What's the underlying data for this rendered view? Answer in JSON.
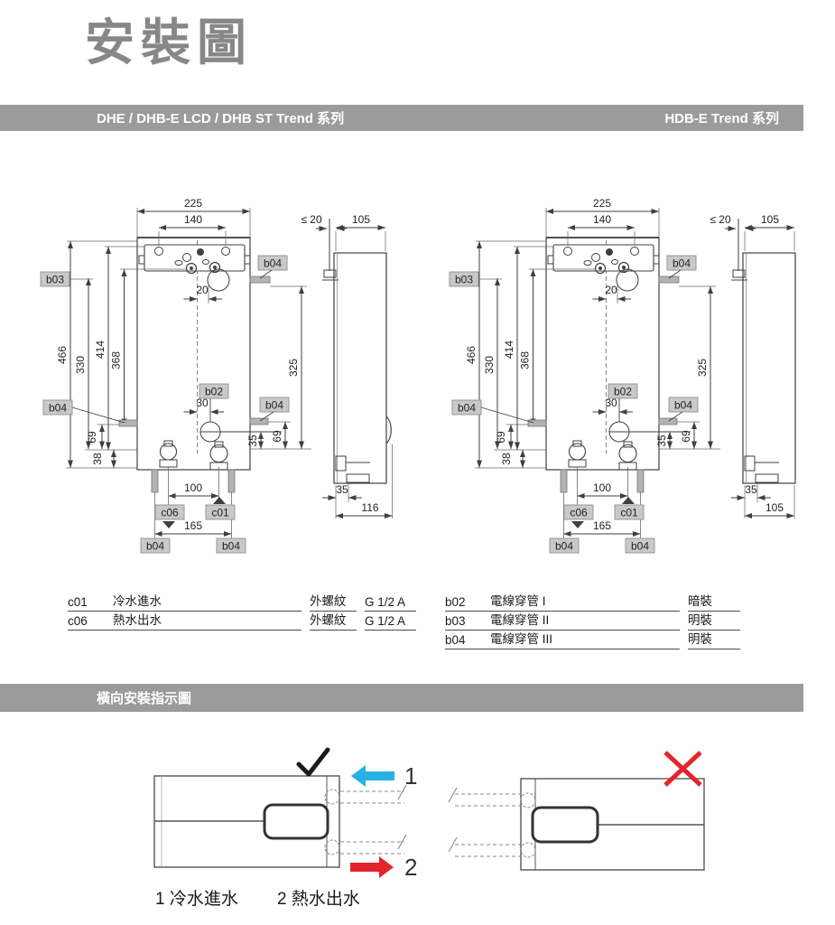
{
  "page": {
    "title": "安裝圖"
  },
  "series_bar": {
    "left": "DHE / DHB-E LCD / DHB ST Trend 系列",
    "right": "HDB-E Trend 系列"
  },
  "section2_bar": {
    "title": "橫向安裝指示圖"
  },
  "colors": {
    "bar_gray": "#9b9b9b",
    "title_gray": "#878787",
    "line": "#3f3f3f",
    "thin_line": "#6a6a6a",
    "label_bg": "#c9c9c9",
    "label_border": "#8f8f8f",
    "fill_gray": "#b3b3b3",
    "cyan_arrow": "#29b0e6",
    "red_arrow": "#e4242b",
    "check_black": "#1a1a1a"
  },
  "drawings": {
    "left": {
      "dims": {
        "width_top": "225",
        "width_inner": "140",
        "center_offset": "20",
        "height_466": "466",
        "height_330": "330",
        "height_414": "414",
        "height_368": "368",
        "height_325": "325",
        "offset_30": "30",
        "left_69": "69",
        "left_38": "38",
        "right_35": "35",
        "right_69": "69",
        "pipe_span": "100",
        "conduit_span": "165",
        "wall_gap": "≤ 20",
        "side_width": "105",
        "side_35": "35",
        "side_depth": "116"
      },
      "labels": {
        "b02": "b02",
        "b03": "b03",
        "b04": "b04",
        "c01": "c01",
        "c06": "c06"
      }
    },
    "right": {
      "dims": {
        "width_top": "225",
        "width_inner": "140",
        "center_offset": "20",
        "height_466": "466",
        "height_330": "330",
        "height_414": "414",
        "height_368": "368",
        "height_325": "325",
        "offset_30": "30",
        "left_69": "69",
        "left_38": "38",
        "right_35": "35",
        "right_69": "69",
        "pipe_span": "100",
        "conduit_span": "165",
        "wall_gap": "≤ 20",
        "side_width": "105",
        "side_35": "35",
        "side_depth": "105"
      },
      "labels": {
        "b02": "b02",
        "b03": "b03",
        "b04": "b04",
        "c01": "c01",
        "c06": "c06"
      }
    }
  },
  "connection_tables": {
    "water": {
      "rows": [
        {
          "code": "c01",
          "desc": "冷水進水",
          "spec": "外螺紋",
          "size": "G 1/2 A"
        },
        {
          "code": "c06",
          "desc": "熱水出水",
          "spec": "外螺紋",
          "size": "G 1/2 A"
        }
      ]
    },
    "electrical": {
      "rows": [
        {
          "code": "b02",
          "desc": "電線穿管 I",
          "mount": "暗裝"
        },
        {
          "code": "b03",
          "desc": "電線穿管 II",
          "mount": "明裝"
        },
        {
          "code": "b04",
          "desc": "電線穿管 III",
          "mount": "明裝"
        }
      ]
    }
  },
  "horizontal_install": {
    "arrow1_label": "1",
    "arrow2_label": "2",
    "caption1": "1 冷水進水",
    "caption2": "2 熱水出水"
  }
}
